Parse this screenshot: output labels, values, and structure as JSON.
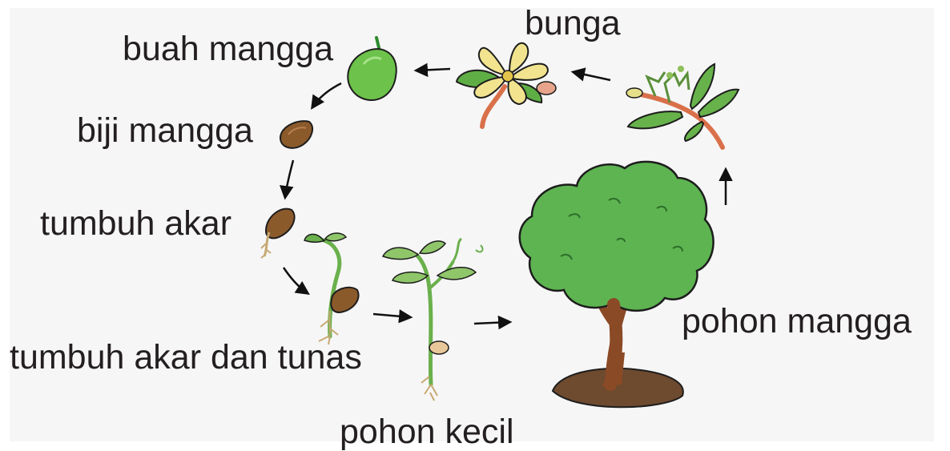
{
  "diagram": {
    "stages": {
      "buah_mangga": "buah mangga",
      "bunga": "bunga",
      "biji_mangga": "biji mangga",
      "tumbuh_akar": "tumbuh akar",
      "tumbuh_akar_dan_tunas": "tumbuh akar dan tunas",
      "pohon_kecil": "pohon kecil",
      "pohon_mangga": "pohon mangga"
    }
  }
}
